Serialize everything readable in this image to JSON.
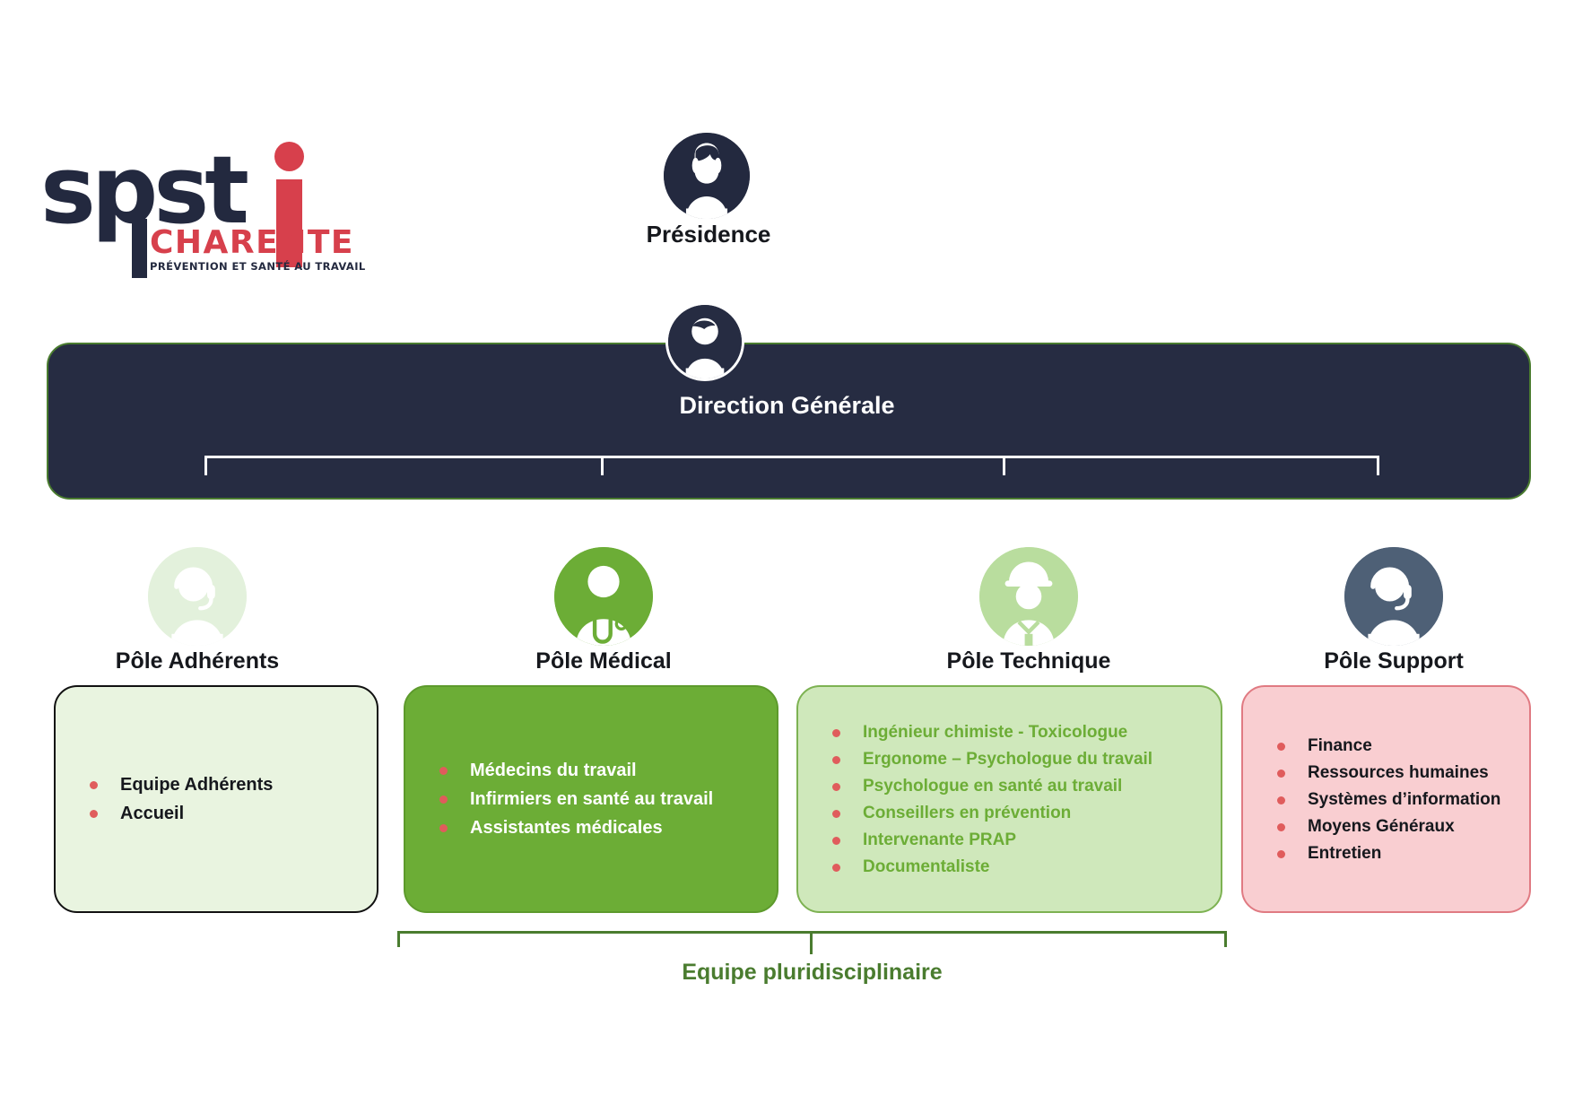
{
  "logo": {
    "word": "spst",
    "sub": "CHARENTE",
    "tagline": "PRÉVENTION ET SANTÉ AU TRAVAIL",
    "dark_color": "#23293f",
    "red_color": "#d7404c"
  },
  "presidence": {
    "label": "Présidence",
    "icon": "woman-avatar-icon",
    "circle_color": "#23293f"
  },
  "direction": {
    "label": "Direction Générale",
    "icon": "person-avatar-icon",
    "bar_color": "#262c42",
    "border_color": "#4a7c2f"
  },
  "poles": [
    {
      "key": "adherents",
      "title": "Pôle Adhérents",
      "icon": "headset-person-icon",
      "icon_bg": "#e3f1dc",
      "box_bg": "#e9f4e0",
      "box_border": "#111111",
      "text_color": "#16181d",
      "items": [
        "Equipe Adhérents",
        "Accueil"
      ]
    },
    {
      "key": "medical",
      "title": "Pôle Médical",
      "icon": "doctor-stethoscope-icon",
      "icon_bg": "#6cad36",
      "box_bg": "#6cad36",
      "box_border": "#5d9a2c",
      "text_color": "#ffffff",
      "items": [
        "Médecins du travail",
        "Infirmiers en santé au travail",
        "Assistantes médicales"
      ]
    },
    {
      "key": "technique",
      "title": "Pôle Technique",
      "icon": "hardhat-worker-icon",
      "icon_bg": "#b9dd9e",
      "box_bg": "#cfe8bb",
      "box_border": "#7db252",
      "text_color": "#6cad36",
      "items": [
        "Ingénieur chimiste - Toxicologue",
        "Ergonome – Psychologue du travail",
        "Psychologue en santé au travail",
        "Conseillers en prévention",
        "Intervenante PRAP",
        "Documentaliste"
      ]
    },
    {
      "key": "support",
      "title": "Pôle Support",
      "icon": "headset-person-icon",
      "icon_bg": "#4e6076",
      "box_bg": "#f9ced1",
      "box_border": "#e07a82",
      "text_color": "#16181d",
      "items": [
        "Finance",
        "Ressources humaines",
        "Systèmes d’information",
        "Moyens Généraux",
        "Entretien"
      ]
    }
  ],
  "footer": {
    "label": "Equipe pluridisciplinaire",
    "color": "#4a7c2f"
  }
}
